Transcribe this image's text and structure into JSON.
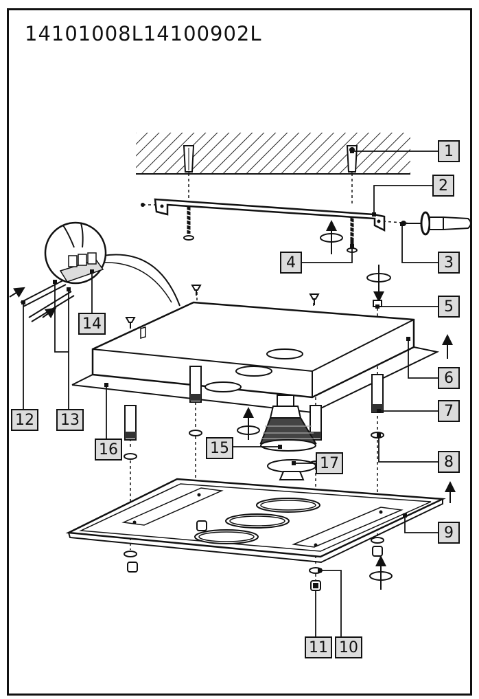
{
  "title": "14101008L14100902L",
  "labels": {
    "l1": "1",
    "l2": "2",
    "l3": "3",
    "l4": "4",
    "l5": "5",
    "l6": "6",
    "l7": "7",
    "l8": "8",
    "l9": "9",
    "l10": "10",
    "l11": "11",
    "l12": "12",
    "l13": "13",
    "l14": "14",
    "l15": "15",
    "l16": "16",
    "l17": "17"
  }
}
